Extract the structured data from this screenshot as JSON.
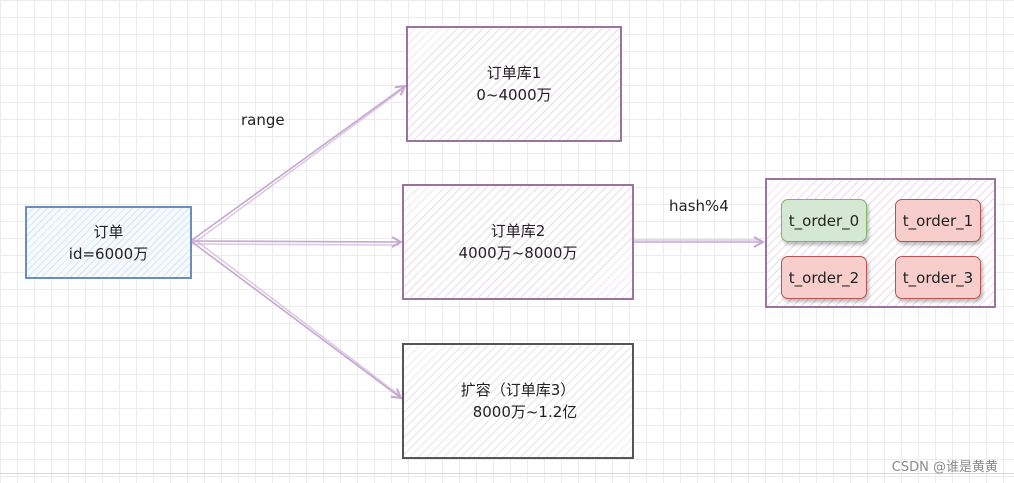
{
  "source": {
    "title": "订单",
    "subtitle": "id=6000万"
  },
  "shard1": {
    "title": "订单库1",
    "subtitle": "0~4000万"
  },
  "shard2": {
    "title": "订单库2",
    "subtitle": "4000万~8000万"
  },
  "shard3": {
    "title": "扩容（订单库3）",
    "subtitle": "8000万~1.2亿"
  },
  "edge_labels": {
    "range": "range",
    "hash": "hash%4"
  },
  "tables": [
    {
      "name": "t_order_0",
      "status": "green"
    },
    {
      "name": "t_order_1",
      "status": "red"
    },
    {
      "name": "t_order_2",
      "status": "red"
    },
    {
      "name": "t_order_3",
      "status": "red"
    }
  ],
  "watermark": "CSDN @谁是黄黄",
  "colors": {
    "arrow": "#c6a6d2",
    "purple_border": "#9a739e",
    "blue_border": "#6c8ebf",
    "green_fill": "#d5e8d4",
    "red_fill": "#f8cecc"
  }
}
